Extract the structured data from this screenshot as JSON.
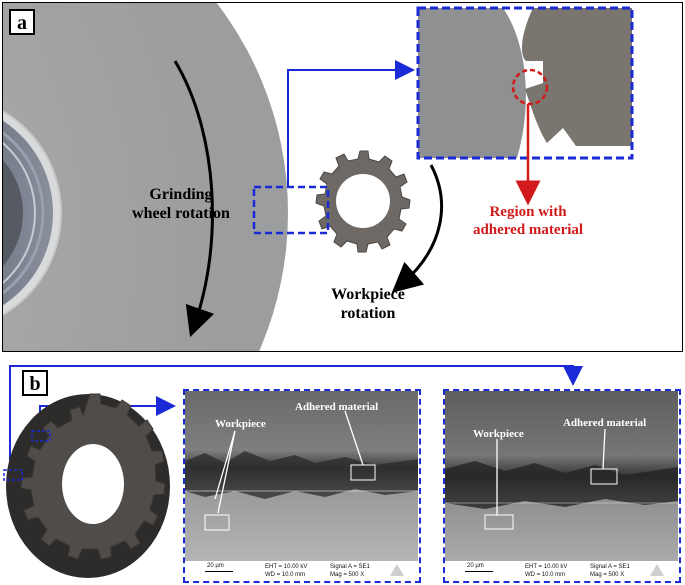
{
  "panel_a": {
    "label": "a",
    "wheel_rotation_label": [
      "Grinding",
      "wheel rotation"
    ],
    "workpiece_rotation_label": [
      "Workpiece",
      "rotation"
    ],
    "region_label": [
      "Region with",
      "adhered material"
    ]
  },
  "panel_b": {
    "label": "b",
    "sem_left": {
      "workpiece_label": "Workpiece",
      "adhered_label": "Adhered material",
      "scale": "20 µm",
      "eht": "EHT = 10.00 kV",
      "wd": "WD = 10.0 mm",
      "signal": "Signal A = SE1",
      "mag": "Mag =    500 X"
    },
    "sem_right": {
      "workpiece_label": "Workpiece",
      "adhered_label": "Adhered material",
      "scale": "20 µm",
      "eht": "EHT = 10.00 kV",
      "wd": "WD = 10.0 mm",
      "signal": "Signal A = SE1",
      "mag": "Mag =    500 X"
    }
  },
  "colors": {
    "callout_blue": "#1a2ad6",
    "highlight_red": "#d21a1a",
    "wheel_gray": "#a9aaac",
    "workpiece_gray": "#6e6964"
  }
}
